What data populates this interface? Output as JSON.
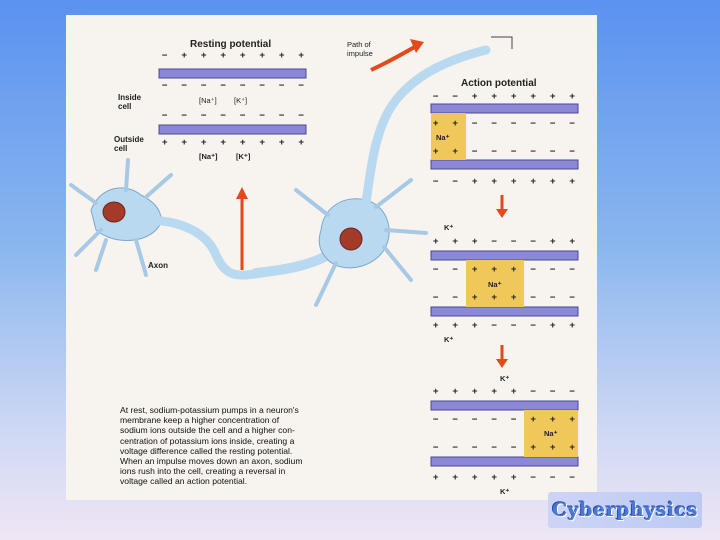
{
  "diagram": {
    "resting_title": "Resting potential",
    "action_title": "Action potential",
    "path_label_1": "Path of",
    "path_label_2": "impulse",
    "inside_label_1": "Inside",
    "inside_label_2": "cell",
    "outside_label_1": "Outside",
    "outside_label_2": "cell",
    "inside_ions": [
      "[Na⁺]",
      "[K⁺]"
    ],
    "outside_ions": [
      "[Na⁺]",
      "[K⁺]"
    ],
    "axon_label": "Axon",
    "na_label": "Na⁺",
    "k_label": "K⁺",
    "plus": "+",
    "minus": "−",
    "caption_lines": [
      "At rest, sodium-potassium pumps in a neuron's",
      "membrane keep a higher concentration of",
      "sodium ions outside the cell and a higher con-",
      "centration of potassium ions inside, creating a",
      "voltage difference called the resting potential.",
      "When an impulse moves down an axon, sodium",
      "ions rush into the cell, creating a reversal in",
      "voltage called an action potential."
    ]
  },
  "branding": {
    "badge_text": "Cyberphysics"
  },
  "colors": {
    "membrane": "#8c88d8",
    "depolarized": "#f0c85a",
    "arrow": "#e24a1c",
    "neuron": "#b9d9f0"
  }
}
